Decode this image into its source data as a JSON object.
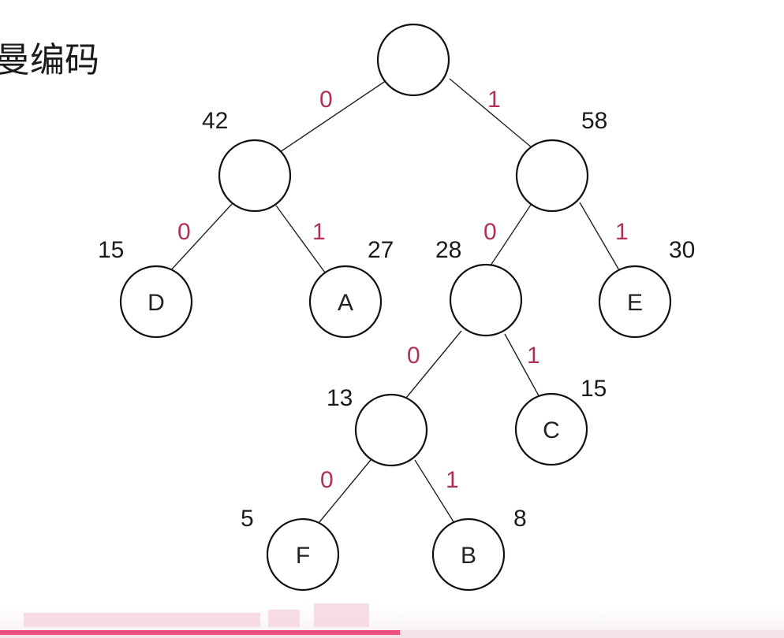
{
  "title": "曼编码",
  "colors": {
    "bit": "#b0305a",
    "node_stroke": "#111111",
    "progress": "#ef4f7f"
  },
  "tree": {
    "root": {
      "label": "",
      "weight": ""
    },
    "n42": {
      "label": "",
      "weight": "42"
    },
    "n58": {
      "label": "",
      "weight": "58"
    },
    "D": {
      "label": "D",
      "weight": "15"
    },
    "A": {
      "label": "A",
      "weight": "27"
    },
    "n28": {
      "label": "",
      "weight": "28"
    },
    "E": {
      "label": "E",
      "weight": "30"
    },
    "n13": {
      "label": "",
      "weight": "13"
    },
    "C": {
      "label": "C",
      "weight": "15"
    },
    "F": {
      "label": "F",
      "weight": "5"
    },
    "B": {
      "label": "B",
      "weight": "8"
    }
  },
  "edges": {
    "root_n42": "0",
    "root_n58": "1",
    "n42_D": "0",
    "n42_A": "1",
    "n58_n28": "0",
    "n58_E": "1",
    "n28_n13": "0",
    "n28_C": "1",
    "n13_F": "0",
    "n13_B": "1"
  },
  "video": {
    "progress": 0.51
  }
}
